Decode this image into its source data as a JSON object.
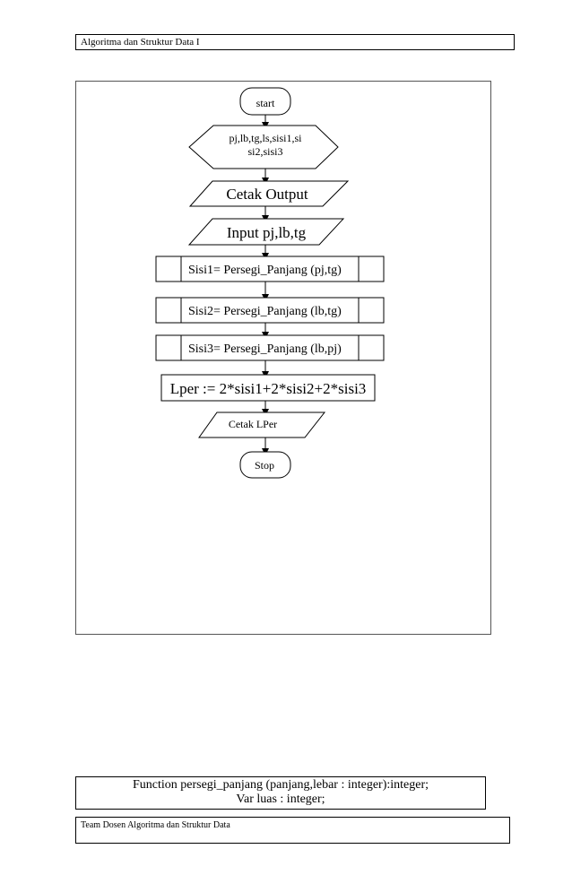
{
  "header": {
    "title": "Algoritma dan Struktur Data I"
  },
  "flowchart": {
    "start": "start",
    "declare_line1": "pj,lb,tg,ls,sisi1,si",
    "declare_line2": "si2,sisi3",
    "output_label": "Cetak Output",
    "input_label": "Input pj,lb,tg",
    "sub1": "Sisi1= Persegi_Panjang (pj,tg)",
    "sub2": "Sisi2= Persegi_Panjang (lb,tg)",
    "sub3": "Sisi3= Persegi_Panjang (lb,pj)",
    "process": "Lper := 2*sisi1+2*sisi2+2*sisi3",
    "print_result": "Cetak LPer",
    "stop": "Stop"
  },
  "code": {
    "line1": "Function persegi_panjang (panjang,lebar : integer):integer;",
    "line2": "Var luas : integer;"
  },
  "footer": {
    "text": "Team Dosen Algoritma dan Struktur Data"
  }
}
